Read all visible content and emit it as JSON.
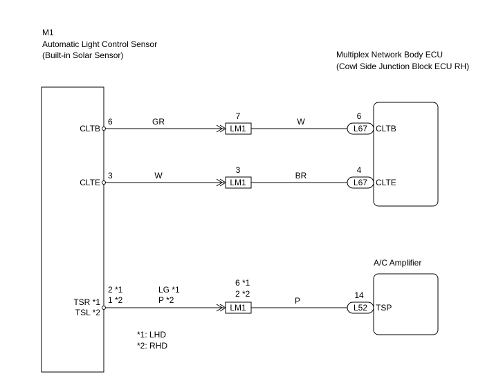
{
  "sensor": {
    "code": "M1",
    "name": "Automatic Light Control Sensor",
    "subname": "(Built-in Solar Sensor)",
    "pins": {
      "cltb": "CLTB",
      "clte": "CLTE",
      "tsr": "TSR *1",
      "tsl": "TSL *2"
    }
  },
  "body_ecu": {
    "name": "Multiplex Network Body ECU",
    "subname": "(Cowl Side Junction Block ECU RH)",
    "pins": {
      "cltb": "CLTB",
      "clte": "CLTE"
    }
  },
  "ac_amp": {
    "name": "A/C Amplifier",
    "pin": "TSP"
  },
  "wires": {
    "cltb": {
      "sensor_pin_no": "6",
      "color_left": "GR",
      "junction_pin": "7",
      "junction": "LM1",
      "color_right": "W",
      "connector": "L67",
      "ecu_pin_no": "6"
    },
    "clte": {
      "sensor_pin_no": "3",
      "color_left": "W",
      "junction_pin": "3",
      "junction": "LM1",
      "color_right": "BR",
      "connector": "L67",
      "ecu_pin_no": "4"
    },
    "tsp": {
      "sensor_pin_no_1": "2 *1",
      "sensor_pin_no_2": "1 *2",
      "color_left_1": "LG *1",
      "color_left_2": "P *2",
      "junction_pin_1": "6 *1",
      "junction_pin_2": "2 *2",
      "junction": "LM1",
      "color_right": "P",
      "connector": "L52",
      "amp_pin_no": "14"
    }
  },
  "notes": {
    "n1": "*1: LHD",
    "n2": "*2: RHD"
  }
}
